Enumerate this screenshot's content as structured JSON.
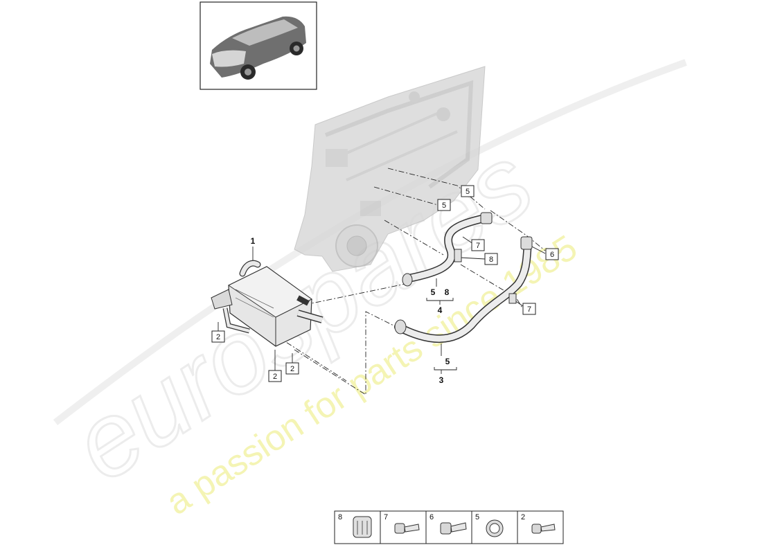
{
  "watermark": {
    "brand": "eurospares",
    "slogan": "a passion for parts since 1985"
  },
  "thumbnail": {
    "icon": "car-icon"
  },
  "callouts": {
    "c5a": "5",
    "c5b": "5",
    "c7a": "7",
    "c6": "6",
    "c8": "8",
    "c7b": "7",
    "c2a": "2",
    "c2b": "2",
    "c2c": "2"
  },
  "labels": {
    "part1": "1",
    "group4_a": "5",
    "group4_b": "8",
    "part4": "4",
    "group3_a": "5",
    "part3": "3"
  },
  "legend": [
    {
      "num": "8",
      "icon": "clip-icon"
    },
    {
      "num": "7",
      "icon": "bolt-icon"
    },
    {
      "num": "6",
      "icon": "bolt-icon"
    },
    {
      "num": "5",
      "icon": "seal-ring-icon"
    },
    {
      "num": "2",
      "icon": "bolt-icon"
    }
  ]
}
